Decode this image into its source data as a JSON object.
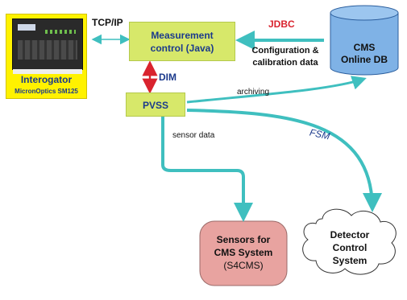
{
  "nodes": {
    "interrogator_title": "Interogator",
    "interrogator_model": "MicronOptics SM125",
    "measurement_line1": "Measurement",
    "measurement_line2": "control (Java)",
    "pvss": "PVSS",
    "cms_line1": "CMS",
    "cms_line2": "Online DB",
    "sensors_line1": "Sensors for",
    "sensors_line2": "CMS System",
    "sensors_line3": "(S4CMS)",
    "detector_line1": "Detector",
    "detector_line2": "Control",
    "detector_line3": "System"
  },
  "edges": {
    "tcpip": "TCP/IP",
    "jdbc": "JDBC",
    "config_line1": "Configuration &",
    "config_line2": "calibration data",
    "dim": "DIM",
    "archiving": "archiving",
    "sensor_data": "sensor data",
    "fsm": "FSM"
  },
  "colors": {
    "teal": "#3fbfbf",
    "dim_red": "#d9232e",
    "jdbc_red": "#d9232e",
    "lime": "#d7e86a",
    "yellow": "#fff200",
    "db_blue": "#7fb2e6",
    "sensor_pink": "#e8a3a0"
  }
}
